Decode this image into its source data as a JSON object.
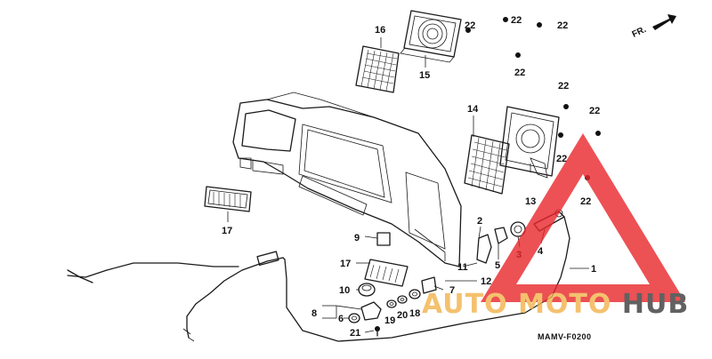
{
  "diagram": {
    "code": "MAMV-F0200",
    "direction_label": "FR.",
    "callouts": {
      "c1": "1",
      "c2": "2",
      "c3": "3",
      "c4": "4",
      "c5": "5",
      "c6": "6",
      "c7": "7",
      "c8": "8",
      "c9": "9",
      "c10": "10",
      "c11": "11",
      "c12": "12",
      "c13": "13",
      "c14": "14",
      "c15": "15",
      "c16": "16",
      "c17a": "17",
      "c17b": "17",
      "c18": "18",
      "c19": "19",
      "c20": "20",
      "c21": "21",
      "c22a": "22",
      "c22b": "22",
      "c22c": "22",
      "c22d": "22",
      "c22e": "22",
      "c22f": "22",
      "c22g": "22",
      "c22h": "22"
    }
  },
  "watermark": {
    "part1": "AUTO",
    "part2": "MOTO",
    "part3": "HUB",
    "color_primary": "#f2b24a",
    "color_dark": "#3a3a3a",
    "triangle_color": "#e8262a"
  }
}
